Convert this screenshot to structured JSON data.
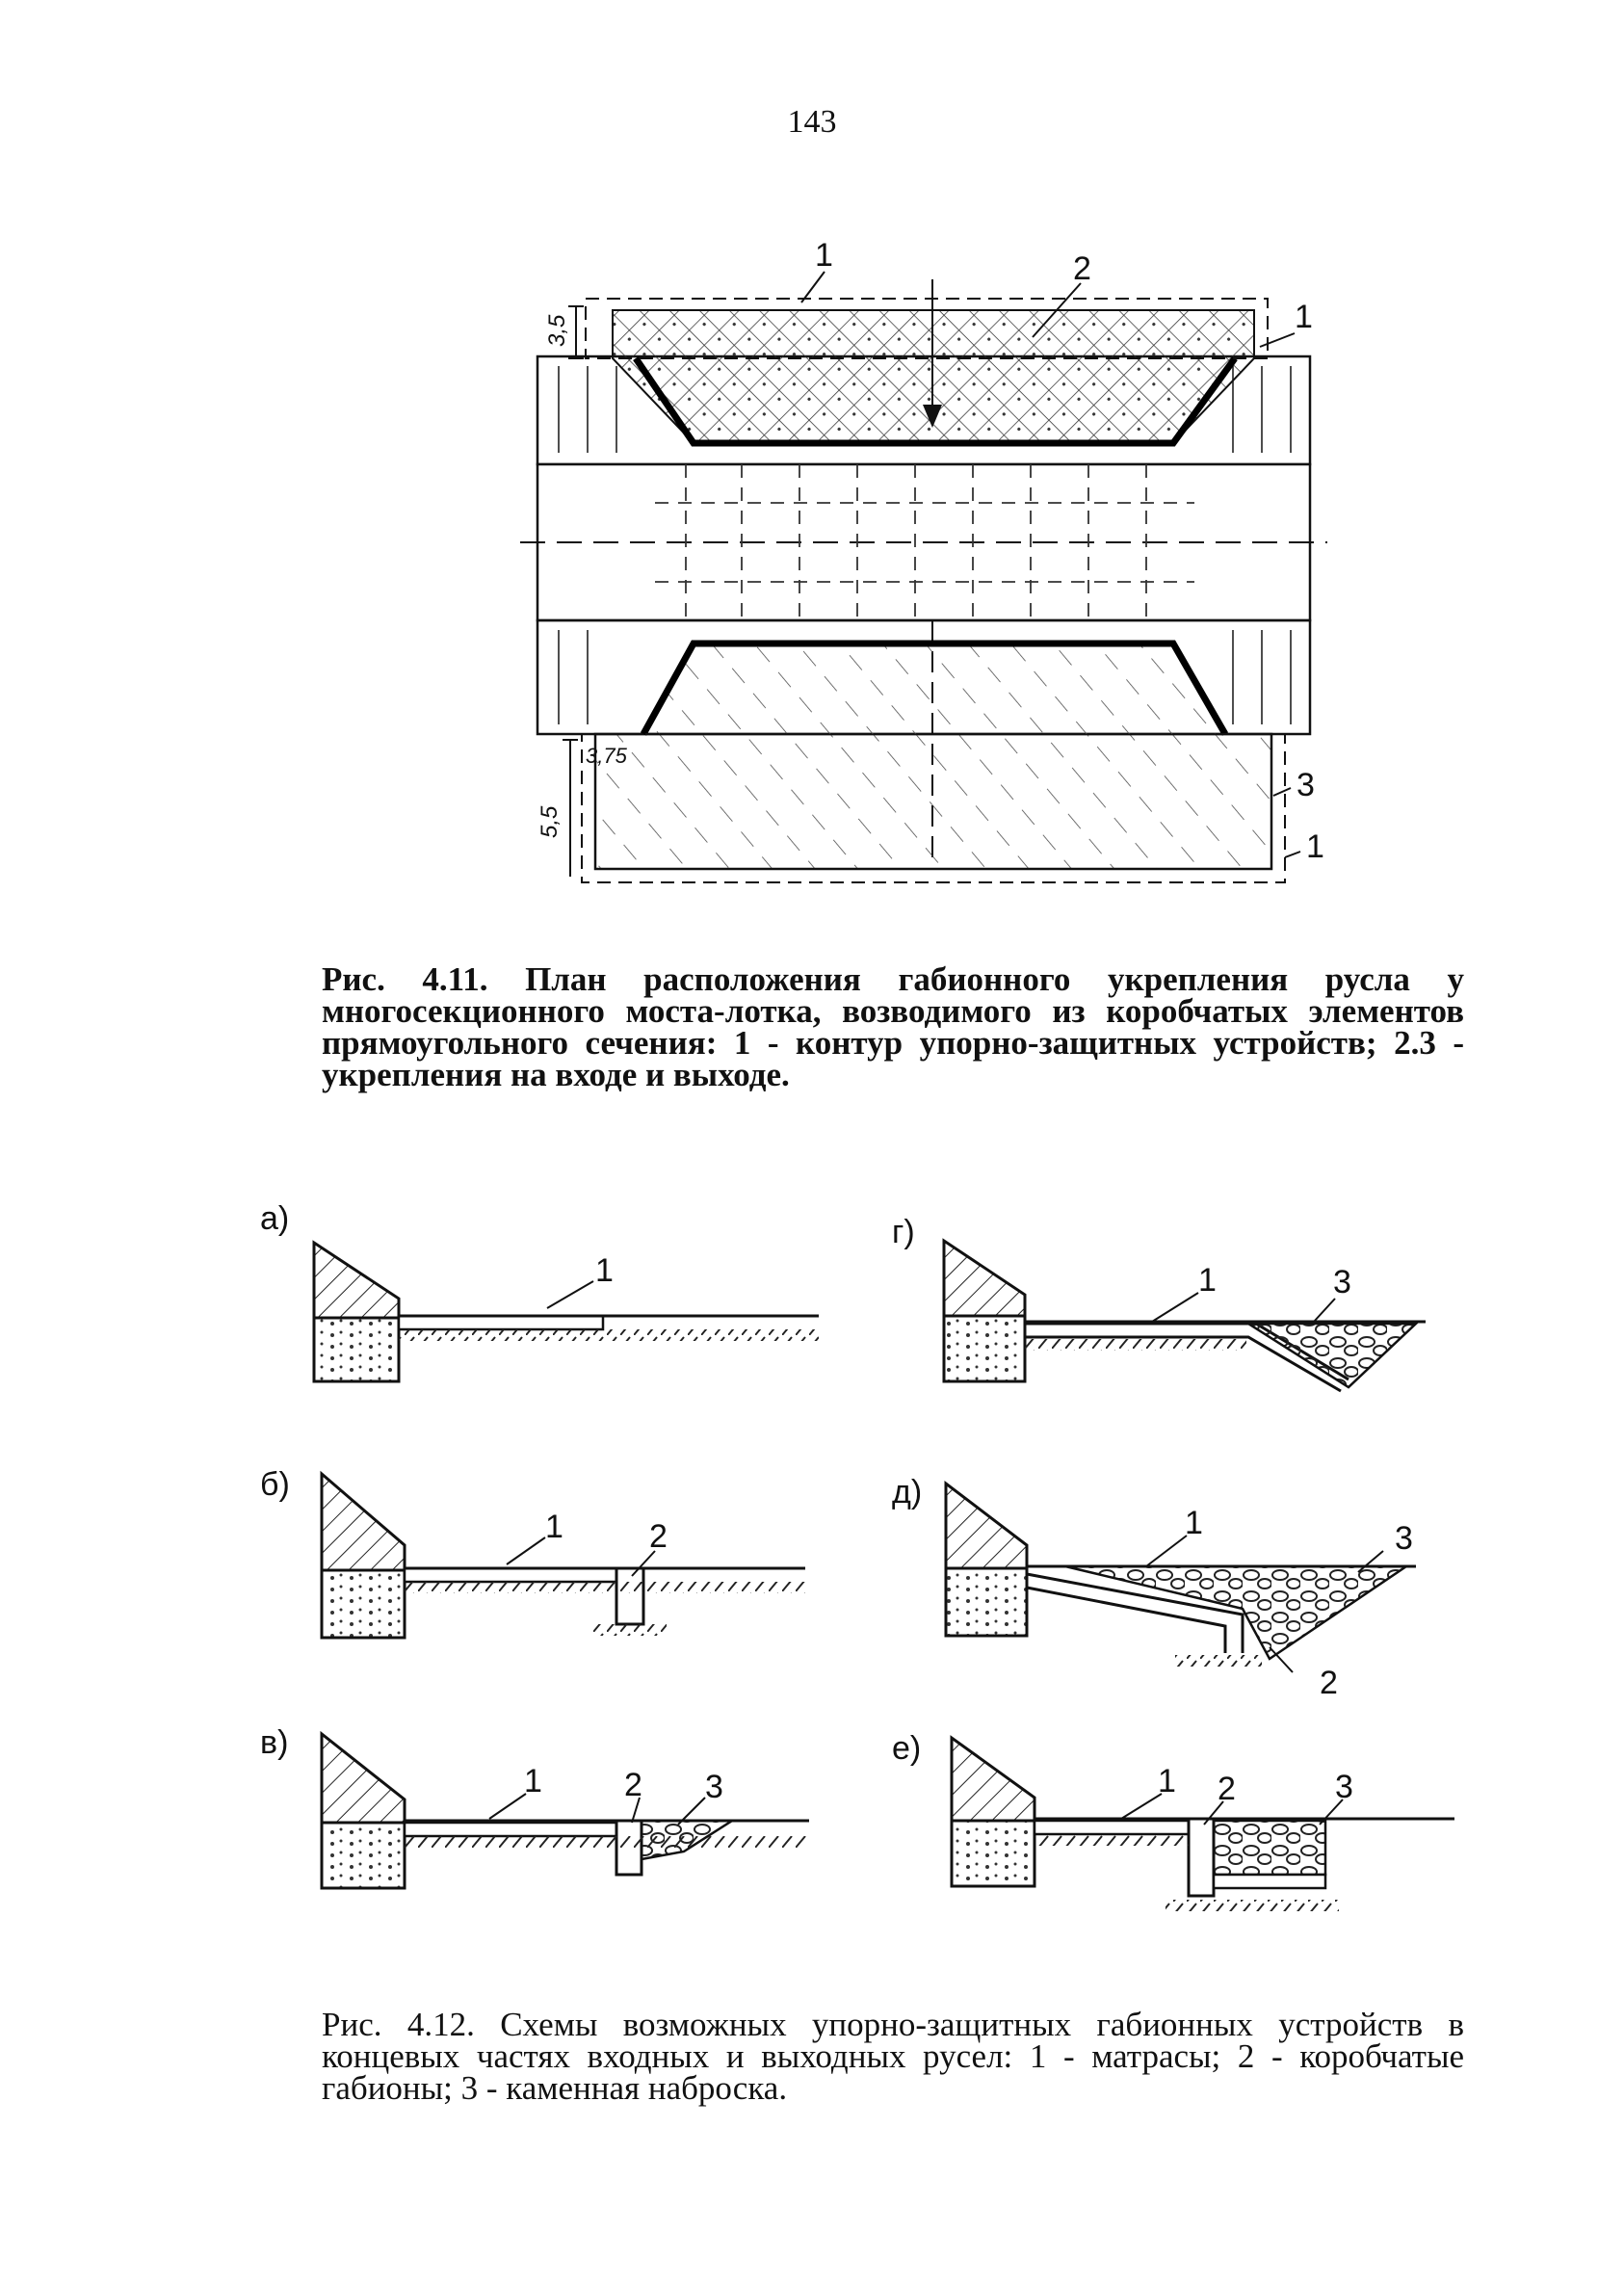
{
  "page_number": "143",
  "figure_1": {
    "labels": {
      "contour_top": "1",
      "inlet": "2",
      "contour_right_top": "1",
      "outlet": "3",
      "contour_right_bottom": "1",
      "dim_top": "3,5",
      "dim_bottom_small": "3,75",
      "dim_bottom_large": "5,5"
    },
    "caption": "Рис. 4.11. План расположения габионного укрепления русла у многосекционного моста-лотка, возводимого из коробчатых элементов прямоугольного сечения: 1 - контур упорно-защитных устройств; 2.3 - укрепления на входе и выходе."
  },
  "figure_2": {
    "panels": [
      {
        "letter": "а)",
        "labels": [
          "1"
        ]
      },
      {
        "letter": "б)",
        "labels": [
          "1",
          "2"
        ]
      },
      {
        "letter": "в)",
        "labels": [
          "1",
          "2",
          "3"
        ]
      },
      {
        "letter": "г)",
        "labels": [
          "1",
          "3"
        ]
      },
      {
        "letter": "д)",
        "labels": [
          "1",
          "3",
          "2"
        ]
      },
      {
        "letter": "е)",
        "labels": [
          "1",
          "2",
          "3"
        ]
      }
    ],
    "caption": "Рис. 4.12. Схемы возможных упорно-защитных габионных устройств в концевых частях входных и выходных русел: 1 - матрасы; 2 - коробчатые габионы; 3 - каменная наброска."
  }
}
